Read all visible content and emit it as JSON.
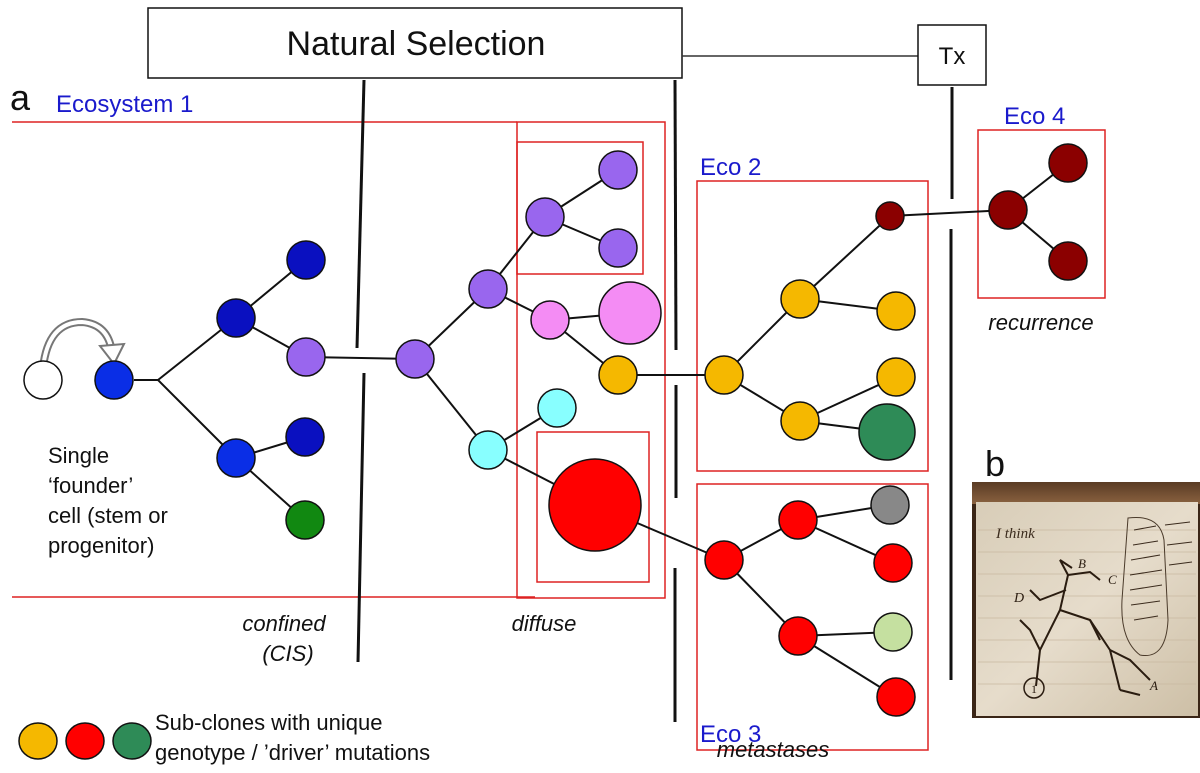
{
  "title_box": "Natural Selection",
  "tx_box": "Tx",
  "panel_a_label": "a",
  "panel_b_label": "b",
  "ecosystems": {
    "eco1": "Ecosystem 1",
    "eco2": "Eco 2",
    "eco3": "Eco 3",
    "eco4": "Eco 4"
  },
  "founder_text": [
    "Single",
    "‘founder’",
    "cell (stem or",
    "progenitor)"
  ],
  "stage_labels": {
    "confined": "confined",
    "cis": "(CIS)",
    "diffuse": "diffuse",
    "metastases": "metastases",
    "recurrence": "recurrence"
  },
  "legend_text": [
    "Sub-clones with unique",
    "genotype / ’driver’ mutations"
  ],
  "photo_text": {
    "i_think": "I think",
    "node_a": "A",
    "node_b": "B",
    "node_c": "C",
    "node_d": "D",
    "node_1": "1"
  },
  "colors": {
    "white": "#ffffff",
    "dark_blue": "#0a10c0",
    "blue": "#0a2ee6",
    "lavender": "#9966ee",
    "pink": "#f48cf4",
    "cyan": "#88ffff",
    "red": "#ff0000",
    "orange": "#f5b800",
    "dark_red": "#8b0000",
    "teal_green": "#2e8b57",
    "green": "#118811",
    "gray": "#888888",
    "light_green": "#c5e0a0",
    "frame_red": "#dd2222",
    "text_blue": "#1a1acc"
  }
}
